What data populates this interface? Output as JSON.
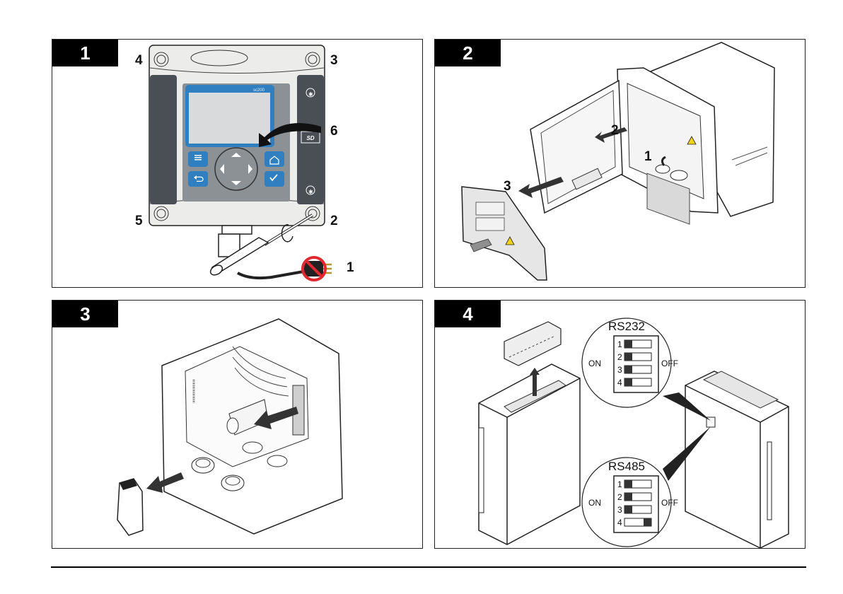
{
  "document": {
    "type": "installation illustration page",
    "footer_rule": true
  },
  "panels": [
    {
      "step": "1",
      "title": "Open controller cover",
      "device_label": "sc200",
      "sd_label": "SD",
      "keypad": [
        "menu",
        "home",
        "back",
        "enter"
      ],
      "callouts": [
        "1",
        "2",
        "3",
        "4",
        "5",
        "6"
      ],
      "icons": [
        "screw-icon",
        "screwdriver-icon",
        "no-power-plug-icon",
        "curved-arrow-icon"
      ]
    },
    {
      "step": "2",
      "title": "Remove high-voltage barrier",
      "callouts": [
        "1",
        "2",
        "3"
      ],
      "icons": [
        "warning-icon",
        "arrow-icon"
      ]
    },
    {
      "step": "3",
      "title": "Remove connector cover",
      "icons": [
        "arrow-icon"
      ]
    },
    {
      "step": "4",
      "title": "Set module DIP switches",
      "dip_switches": [
        {
          "name": "RS232",
          "on_label": "ON",
          "off_label": "OFF",
          "switches": [
            {
              "num": "1",
              "position": "ON"
            },
            {
              "num": "2",
              "position": "ON"
            },
            {
              "num": "3",
              "position": "ON"
            },
            {
              "num": "4",
              "position": "ON"
            }
          ]
        },
        {
          "name": "RS485",
          "on_label": "ON",
          "off_label": "OFF",
          "switches": [
            {
              "num": "1",
              "position": "ON"
            },
            {
              "num": "2",
              "position": "ON"
            },
            {
              "num": "3",
              "position": "ON"
            },
            {
              "num": "4",
              "position": "OFF"
            }
          ]
        }
      ]
    }
  ],
  "colors": {
    "housing": "#ecedeb",
    "side_panel": "#4a4f55",
    "faceplate": "#8c9196",
    "screen_frame": "#2f7fc1",
    "screen": "#d8dadb",
    "button": "#2f7fc1",
    "prohibition": "#e0282e",
    "warning": "#f3d21a",
    "ink": "#111111"
  }
}
